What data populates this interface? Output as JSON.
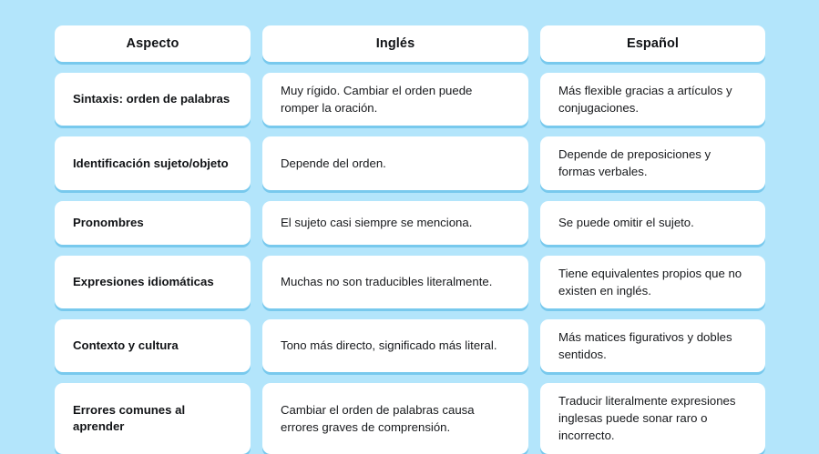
{
  "table": {
    "columns": [
      {
        "key": "aspect",
        "header": "Aspecto"
      },
      {
        "key": "english",
        "header": "Inglés"
      },
      {
        "key": "spanish",
        "header": "Español"
      }
    ],
    "rows": [
      {
        "aspect": "Sintaxis: orden de palabras",
        "english": "Muy rígido. Cambiar el orden puede romper la oración.",
        "spanish": "Más flexible gracias a artículos y conjugaciones."
      },
      {
        "aspect": "Identificación sujeto/objeto",
        "english": "Depende del orden.",
        "spanish": "Depende de preposiciones y formas verbales."
      },
      {
        "aspect": "Pronombres",
        "english": "El sujeto casi siempre se menciona.",
        "spanish": "Se puede omitir el sujeto."
      },
      {
        "aspect": "Expresiones idiomáticas",
        "english": "Muchas no son traducibles literalmente.",
        "spanish": "Tiene equivalentes propios que no existen en inglés."
      },
      {
        "aspect": "Contexto y cultura",
        "english": "Tono más directo, significado más literal.",
        "spanish": "Más matices figurativos y dobles sentidos."
      },
      {
        "aspect": "Errores comunes al aprender",
        "english": "Cambiar el orden de palabras causa errores graves de comprensión.",
        "spanish": "Traducir literalmente expresiones inglesas puede sonar raro o incorrecto."
      }
    ]
  },
  "colors": {
    "background": "#b3e5fb",
    "card": "#ffffff",
    "shadow": "#6dc4ea",
    "text": "#111316"
  }
}
